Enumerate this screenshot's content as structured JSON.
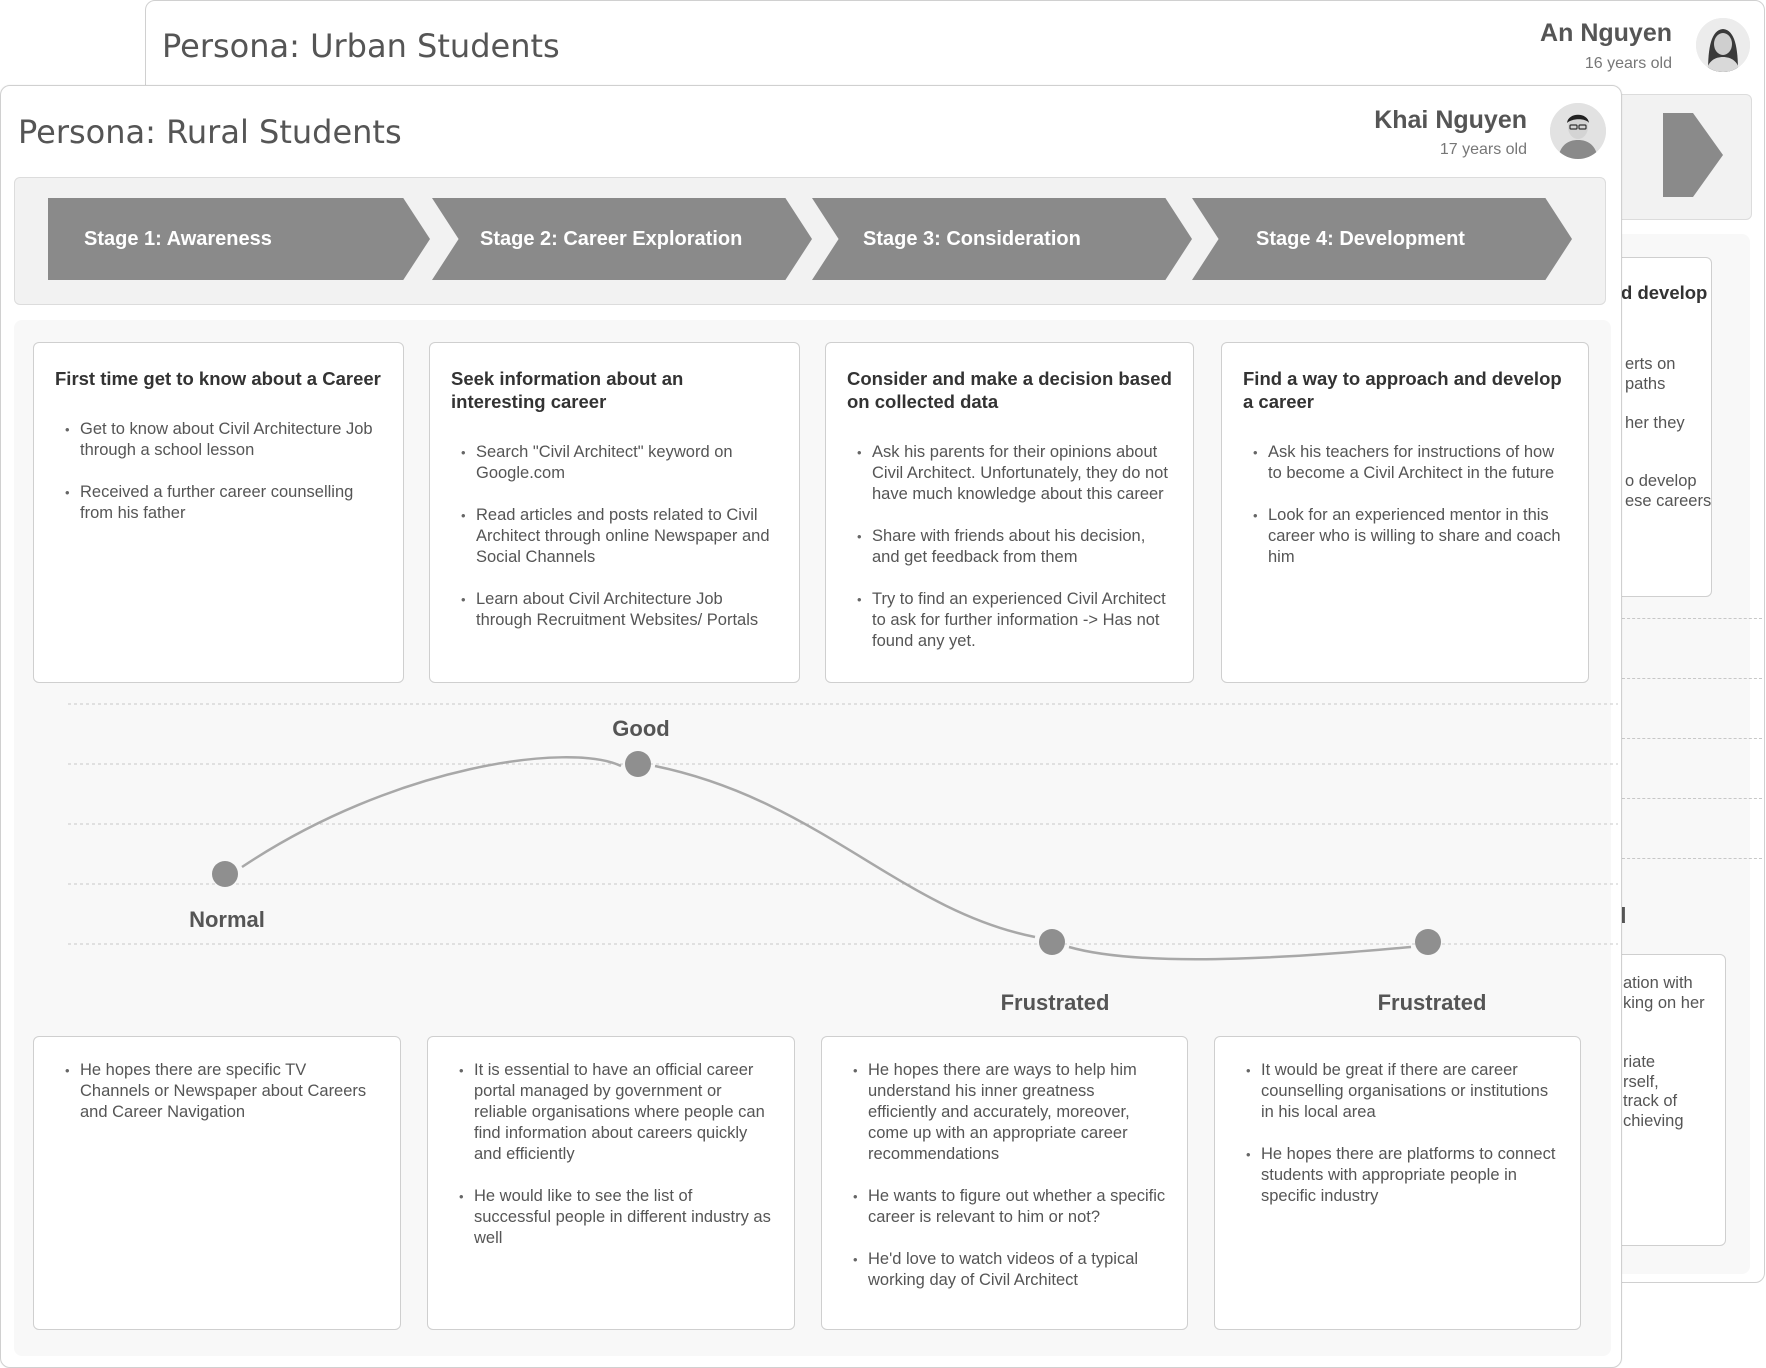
{
  "back_persona": {
    "title": "Persona: Urban Students",
    "name": "An Nguyen",
    "age": "16 years old",
    "visible_fragments": {
      "goal_heading": "d develop",
      "goal_lines": [
        "erts on",
        "paths",
        "her they",
        "o develop",
        "ese careers"
      ],
      "emotion_label": "d",
      "opportunity_lines": [
        "ation with",
        "king on her",
        "riate",
        "rself,",
        "track of",
        "chieving"
      ]
    }
  },
  "front_persona": {
    "title": "Persona: Rural Students",
    "name": "Khai Nguyen",
    "age": "17 years old",
    "stages": [
      "Stage 1: Awareness",
      "Stage 2: Career Exploration",
      "Stage 3: Consideration",
      "Stage 4: Development"
    ],
    "actions": [
      {
        "heading": "First time get to know about a Career",
        "items": [
          "Get to know about Civil Architecture Job through a school lesson",
          "Received a further career counselling from his father"
        ]
      },
      {
        "heading": "Seek information about an interesting career",
        "items": [
          "Search \"Civil Architect\" keyword on Google.com",
          "Read articles and posts related to Civil Architect through online Newspaper and Social Channels",
          "Learn about Civil Architecture Job through Recruitment Websites/ Portals"
        ]
      },
      {
        "heading": "Consider and make a decision based on collected data",
        "items": [
          "Ask his parents for their opinions about Civil Architect. Unfortunately, they do not have much knowledge about this career",
          "Share with friends about his decision, and get feedback from them",
          "Try to find an experienced Civil Architect to ask for further information -> Has not found any yet."
        ]
      },
      {
        "heading": "Find a way to approach and develop a career",
        "items": [
          "Ask his teachers for instructions of how to become a Civil Architect in the future",
          "Look for an experienced mentor in this career who is willing to share and coach him"
        ]
      }
    ],
    "emotions": [
      "Normal",
      "Good",
      "Frustrated",
      "Frustrated"
    ],
    "emotion_scale": {
      "levels": [
        "Frustrated",
        "Normal",
        "Good"
      ],
      "stage_levels": [
        1,
        2,
        0,
        0
      ]
    },
    "opportunities": [
      {
        "items": [
          "He hopes there are specific TV Channels or Newspaper about Careers and Career Navigation"
        ]
      },
      {
        "items": [
          "It is essential to have an official career portal managed by government or reliable organisations where people can find information about careers quickly and efficiently",
          "He would like to see the list of successful people in different industry as well"
        ]
      },
      {
        "items": [
          "He hopes there are ways to help him understand his inner greatness efficiently and accurately, moreover, come up with an appropriate career recommendations",
          "He wants to figure out whether a specific career is relevant to him or not?",
          "He'd love to watch videos of a typical working day of Civil Architect"
        ]
      },
      {
        "items": [
          "It would be great if there are career counselling organisations or institutions in his local area",
          "He hopes there are platforms to connect students with appropriate people in specific industry"
        ]
      }
    ],
    "colors": {
      "stage_fill": "#8a8a8a",
      "curve": "#a8a8a8",
      "dot": "#8f8f8f",
      "panel_bg": "#f8f8f8"
    }
  }
}
